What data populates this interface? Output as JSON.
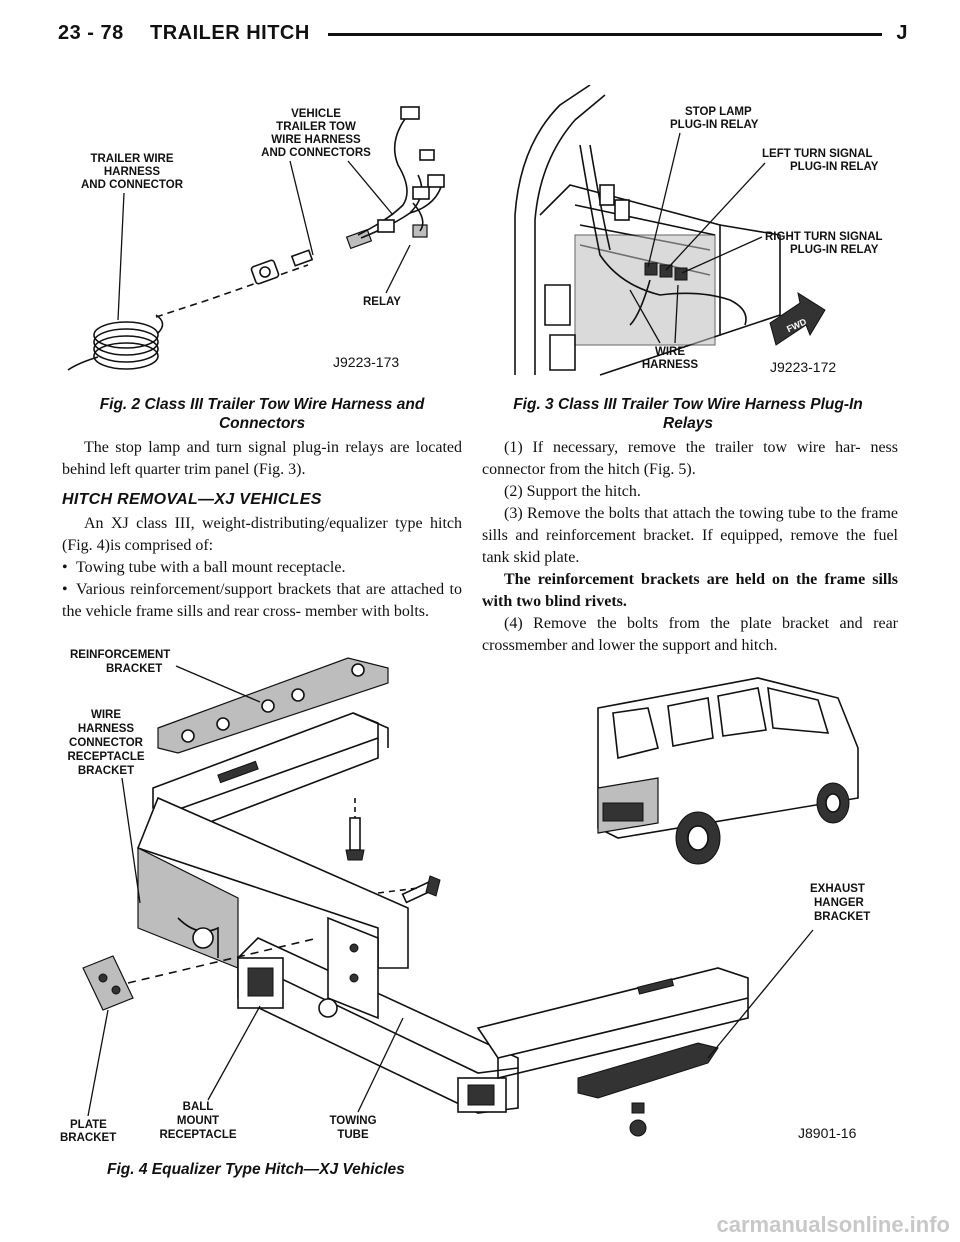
{
  "header": {
    "page_number": "23 - 78",
    "section_title": "TRAILER HITCH",
    "marker": "J"
  },
  "fig2": {
    "labels": {
      "vehicle_harness": [
        "VEHICLE",
        "TRAILER TOW",
        "WIRE HARNESS",
        "AND CONNECTORS"
      ],
      "trailer_harness": [
        "TRAILER WIRE",
        "HARNESS",
        "AND CONNECTOR"
      ],
      "relay": "RELAY"
    },
    "figure_id": "J9223-173",
    "caption": [
      "Fig. 2 Class III Trailer Tow Wire Harness and",
      "Connectors"
    ]
  },
  "fig3": {
    "labels": {
      "stop_lamp": [
        "STOP LAMP",
        "PLUG-IN RELAY"
      ],
      "left_turn": [
        "LEFT TURN SIGNAL",
        "PLUG-IN RELAY"
      ],
      "right_turn": [
        "RIGHT TURN SIGNAL",
        "PLUG-IN RELAY"
      ],
      "wire_harness": [
        "WIRE",
        "HARNESS"
      ],
      "fwd": "FWD"
    },
    "figure_id": "J9223-172",
    "caption": [
      "Fig. 3 Class III Trailer Tow Wire Harness Plug-In",
      "Relays"
    ]
  },
  "left_column": {
    "intro": "The stop lamp and turn signal plug-in relays are located behind left quarter trim panel (Fig. 3).",
    "section_heading": "HITCH REMOVAL—XJ VEHICLES",
    "para": "An XJ class III, weight-distributing/equalizer type hitch (Fig. 4)is comprised of:",
    "bullets": [
      "Towing tube with a ball mount receptacle.",
      "Various reinforcement/support brackets that are attached to the vehicle frame sills and rear cross- member with bolts."
    ]
  },
  "right_column": {
    "step1": "(1) If necessary, remove the trailer tow wire har- ness connector from the hitch (Fig. 5).",
    "step2": "(2) Support the hitch.",
    "step3": "(3) Remove the bolts that attach the towing tube to the frame sills and reinforcement bracket. If equipped, remove the fuel tank skid plate.",
    "note": "The reinforcement brackets are held on the frame sills with two blind rivets.",
    "step4": "(4) Remove the bolts from the plate bracket and rear crossmember and lower the support and hitch."
  },
  "fig4": {
    "labels": {
      "reinforcement": [
        "REINFORCEMENT",
        "BRACKET"
      ],
      "wire_connector": [
        "WIRE",
        "HARNESS",
        "CONNECTOR",
        "RECEPTACLE",
        "BRACKET"
      ],
      "exhaust": [
        "EXHAUST",
        "HANGER",
        "BRACKET"
      ],
      "plate": [
        "PLATE",
        "BRACKET"
      ],
      "ball_mount": [
        "BALL",
        "MOUNT",
        "RECEPTACLE"
      ],
      "towing_tube": [
        "TOWING",
        "TUBE"
      ]
    },
    "figure_id": "J8901-16",
    "caption": "Fig. 4 Equalizer Type Hitch—XJ Vehicles"
  },
  "watermark": "carmanualsonline.info"
}
